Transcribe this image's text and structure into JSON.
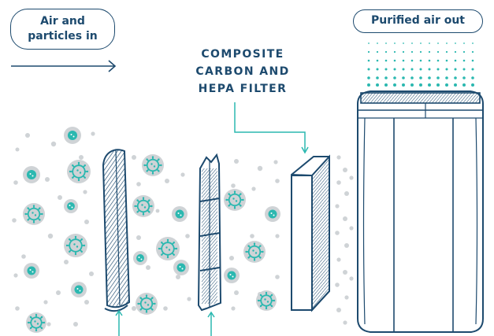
{
  "labels": {
    "air_in_line1": "Air and",
    "air_in_line2": "particles in",
    "air_out": "Purified air out",
    "filter_line1": "COMPOSITE",
    "filter_line2": "CARBON AND",
    "filter_line3": "HEPA FILTER"
  },
  "colors": {
    "navy": "#1d4a6e",
    "teal": "#2bb8b0",
    "particle_gray": "#cfd3d6",
    "background": "#ffffff"
  },
  "icons": {
    "particle": "virus-particle-icon",
    "dust": "dust-dot-icon",
    "pre_filter": "pre-filter-panel-icon",
    "mesh_filter": "mesh-filter-panel-icon",
    "hepa_filter": "hepa-filter-block-icon",
    "purifier": "air-purifier-unit-icon"
  }
}
